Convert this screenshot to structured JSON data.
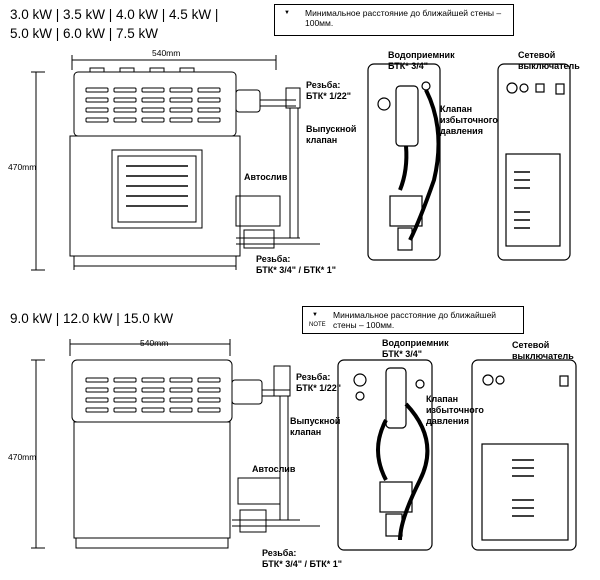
{
  "top": {
    "power_line1": "3.0 kW | 3.5 kW | 4.0 kW | 4.5 kW |",
    "power_line2": "5.0 kW | 6.0 kW | 7.5 kW",
    "note_text": "Минимальное расстояние до ближайшей стены – 100мм.",
    "width_dim": "540mm",
    "height_dim": "470mm",
    "thread_top": "Резьба:\nБТК* 1/22\"",
    "outlet_valve": "Выпускной\nклапан",
    "autodrain": "Автослив",
    "thread_bottom": "Резьба:\nБТК* 3/4\" / БТК* 1\"",
    "water_inlet": "Водоприемник\nБТК* 3/4\"",
    "relief_valve": "Клапан\nизбыточного\nдавления",
    "mains_switch": "Сетевой\nвыключатель"
  },
  "bottom": {
    "power_line1": "9.0 kW | 12.0 kW | 15.0 kW",
    "note_text": "Минимальное расстояние до ближайшей стены – 100мм.",
    "note_icon_label": "NOTE",
    "width_dim": "540mm",
    "height_dim": "470mm",
    "thread_top": "Резьба:\nБТК* 1/22\"",
    "outlet_valve": "Выпускной\nклапан",
    "autodrain": "Автослив",
    "thread_bottom": "Резьба:\nБТК* 3/4\" / БТК* 1\"",
    "water_inlet": "Водоприемник\nБТК* 3/4\"",
    "relief_valve": "Клапан\nизбыточного\nдавления",
    "mains_switch": "Сетевой\nвыключатель"
  }
}
